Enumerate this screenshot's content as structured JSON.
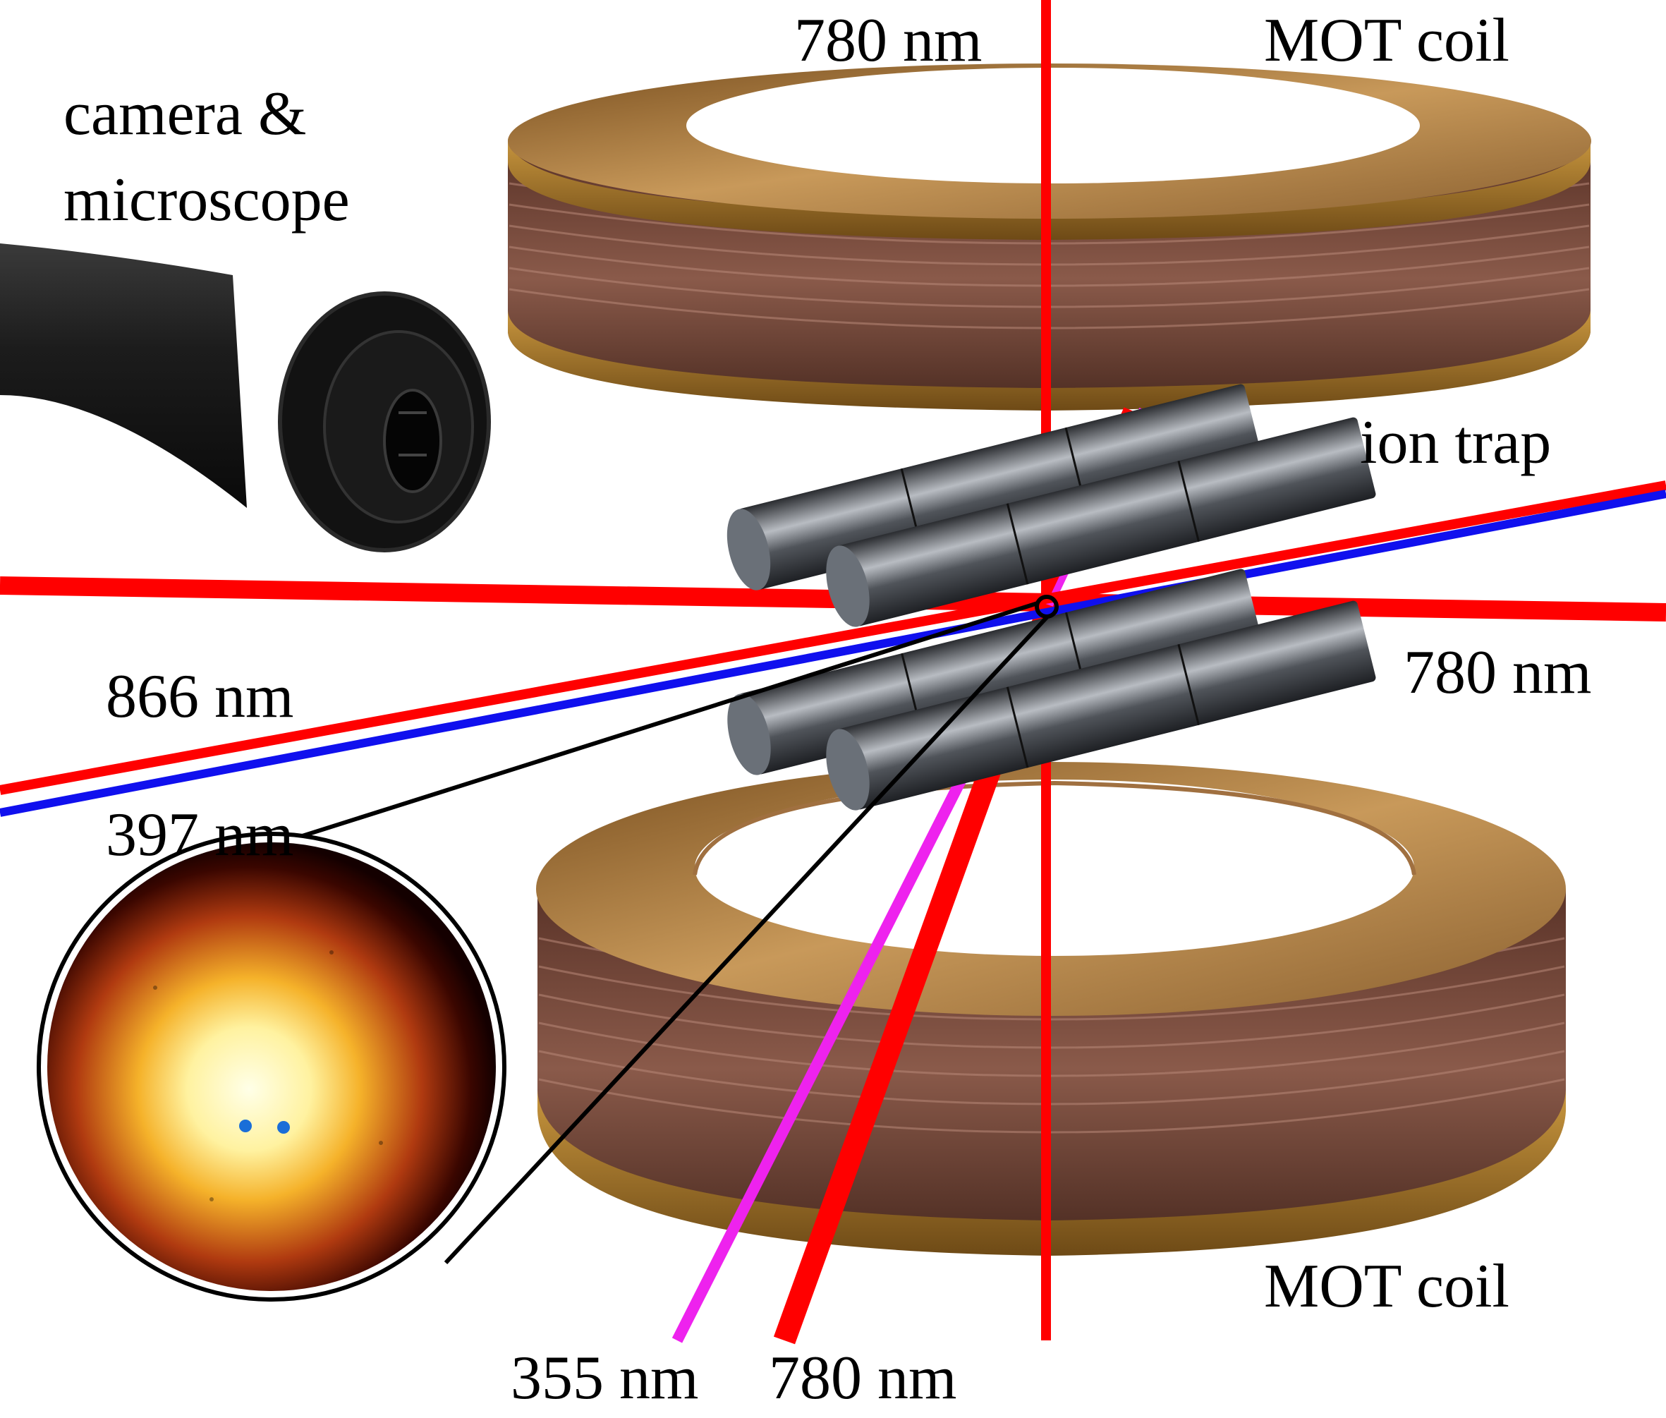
{
  "labels": {
    "top_780": "780 nm",
    "mot_coil_top": "MOT coil",
    "camera_line1": "camera &",
    "camera_line2": "microscope",
    "ion_trap": "ion trap",
    "right_780": "780 nm",
    "left_866": "866 nm",
    "left_397": "397 nm",
    "mot_coil_bottom": "MOT coil",
    "bottom_355": "355 nm",
    "bottom_780": "780 nm"
  },
  "colors": {
    "red_780": "#ff0000",
    "blue_397": "#1010ee",
    "magenta_355": "#ee22ee",
    "coil_gold": "#a8752c",
    "coil_wire": "#7a4a3a",
    "electrode": "#555a60",
    "camera": "#161616"
  },
  "inset": {
    "description_icon": "fluorescence-image-icon",
    "ion_count": 2
  }
}
